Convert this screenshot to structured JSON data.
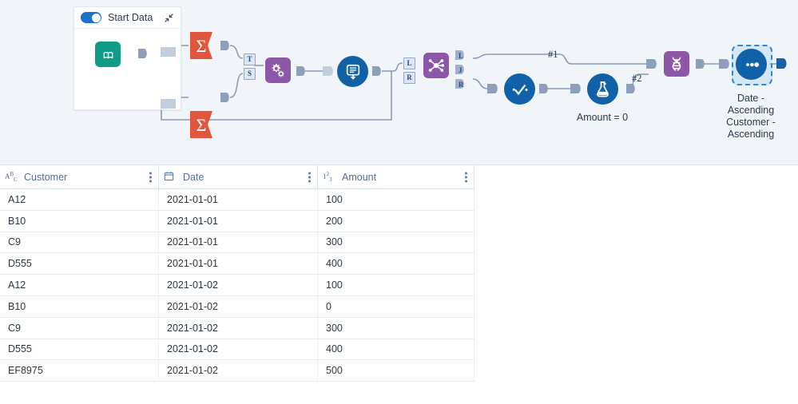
{
  "canvas": {
    "start_panel": {
      "title": "Start Data",
      "toggle_on": true,
      "toggle_icon": "toggle-on-icon",
      "collapse_icon": "collapse-arrows-icon",
      "source_icon": "book-folder-icon"
    },
    "connector_labels": {
      "t": "T",
      "s": "S",
      "l": "L",
      "j": "J",
      "r": "R"
    },
    "wire_labels": [
      "#1",
      "#2"
    ],
    "nodes": [
      {
        "id": "source",
        "icon": "book-folder-icon",
        "label": ""
      },
      {
        "id": "summarize1",
        "icon": "sigma-icon",
        "label": ""
      },
      {
        "id": "summarize2",
        "icon": "sigma-icon",
        "label": ""
      },
      {
        "id": "transform",
        "icon": "gears-icon",
        "label": ""
      },
      {
        "id": "load",
        "icon": "data-download-icon",
        "label": ""
      },
      {
        "id": "join",
        "icon": "join-network-icon",
        "label": ""
      },
      {
        "id": "formula",
        "icon": "check-formula-icon",
        "label": ""
      },
      {
        "id": "test",
        "icon": "flask-icon",
        "label": "Amount = 0"
      },
      {
        "id": "transpose",
        "icon": "dna-transpose-icon",
        "label": ""
      },
      {
        "id": "sort",
        "icon": "sort-dots-icon",
        "label": "Date -\nAscending\nCustomer -\nAscending",
        "selected": true
      }
    ],
    "sort_label_lines": [
      "Date -",
      "Ascending",
      "Customer -",
      "Ascending"
    ],
    "test_label": "Amount = 0",
    "colors": {
      "canvas_bg": "#f1f4f9",
      "teal": "#0f9b85",
      "purple": "#8d57a8",
      "blue": "#1061a8",
      "orange": "#e0563c",
      "accent": "#1a73c8"
    }
  },
  "table": {
    "columns": [
      {
        "name": "Customer",
        "type_icon": "abc-string-icon",
        "menu_icon": "kebab-menu-icon"
      },
      {
        "name": "Date",
        "type_icon": "calendar-date-icon",
        "menu_icon": "kebab-menu-icon"
      },
      {
        "name": "Amount",
        "type_icon": "123-number-icon",
        "menu_icon": "kebab-menu-icon"
      }
    ],
    "rows": [
      [
        "A12",
        "2021-01-01",
        "100"
      ],
      [
        "B10",
        "2021-01-01",
        "200"
      ],
      [
        "C9",
        "2021-01-01",
        "300"
      ],
      [
        "D555",
        "2021-01-01",
        "400"
      ],
      [
        "A12",
        "2021-01-02",
        "100"
      ],
      [
        "B10",
        "2021-01-02",
        "0"
      ],
      [
        "C9",
        "2021-01-02",
        "300"
      ],
      [
        "D555",
        "2021-01-02",
        "400"
      ],
      [
        "EF8975",
        "2021-01-02",
        "500"
      ]
    ]
  }
}
